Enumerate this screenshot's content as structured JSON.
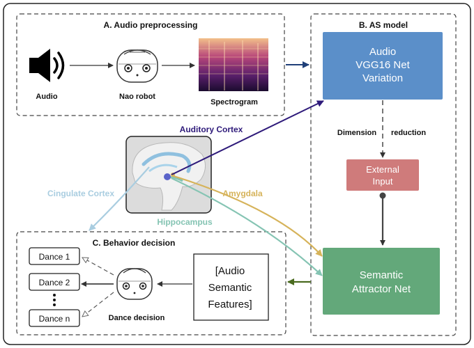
{
  "section_a": {
    "title": "A. Audio preprocessing"
  },
  "section_b": {
    "title": "B. AS model"
  },
  "section_c": {
    "title": "C.  Behavior decision"
  },
  "pipeline": {
    "audio_label": "Audio",
    "robot_label": "Nao robot",
    "spectrogram_label": "Spectrogram"
  },
  "model": {
    "vgg_line1": "Audio",
    "vgg_line2": "VGG16 Net",
    "vgg_line3": "Variation",
    "dim_word1": "Dimension",
    "dim_word2": "reduction",
    "ext_line1": "External",
    "ext_line2": "Input",
    "san_line1": "Semantic",
    "san_line2": "Attractor Net"
  },
  "brain": {
    "auditory": "Auditory Cortex",
    "cingulate": "Cingulate Cortex",
    "amygdala": "Amygdala",
    "hippocampus": "Hippocampus"
  },
  "behavior": {
    "dance1": "Dance 1",
    "dance2": "Dance 2",
    "dance_n": "Dance n",
    "dance_decision": "Dance decision",
    "features_line1": "[Audio",
    "features_line2": "Semantic",
    "features_line3": "Features]"
  },
  "colors": {
    "vgg_box": "#5b8fc9",
    "external_box": "#cf7b7b",
    "semantic_box": "#63a87a",
    "auditory": "#2e1a7a",
    "cingulate": "#a9cde0",
    "amygdala": "#d6b35a",
    "hippocampus": "#85c4b3",
    "pipeline_arrow": "#1f3f78",
    "feedback_arrow": "#4a6b1f"
  }
}
